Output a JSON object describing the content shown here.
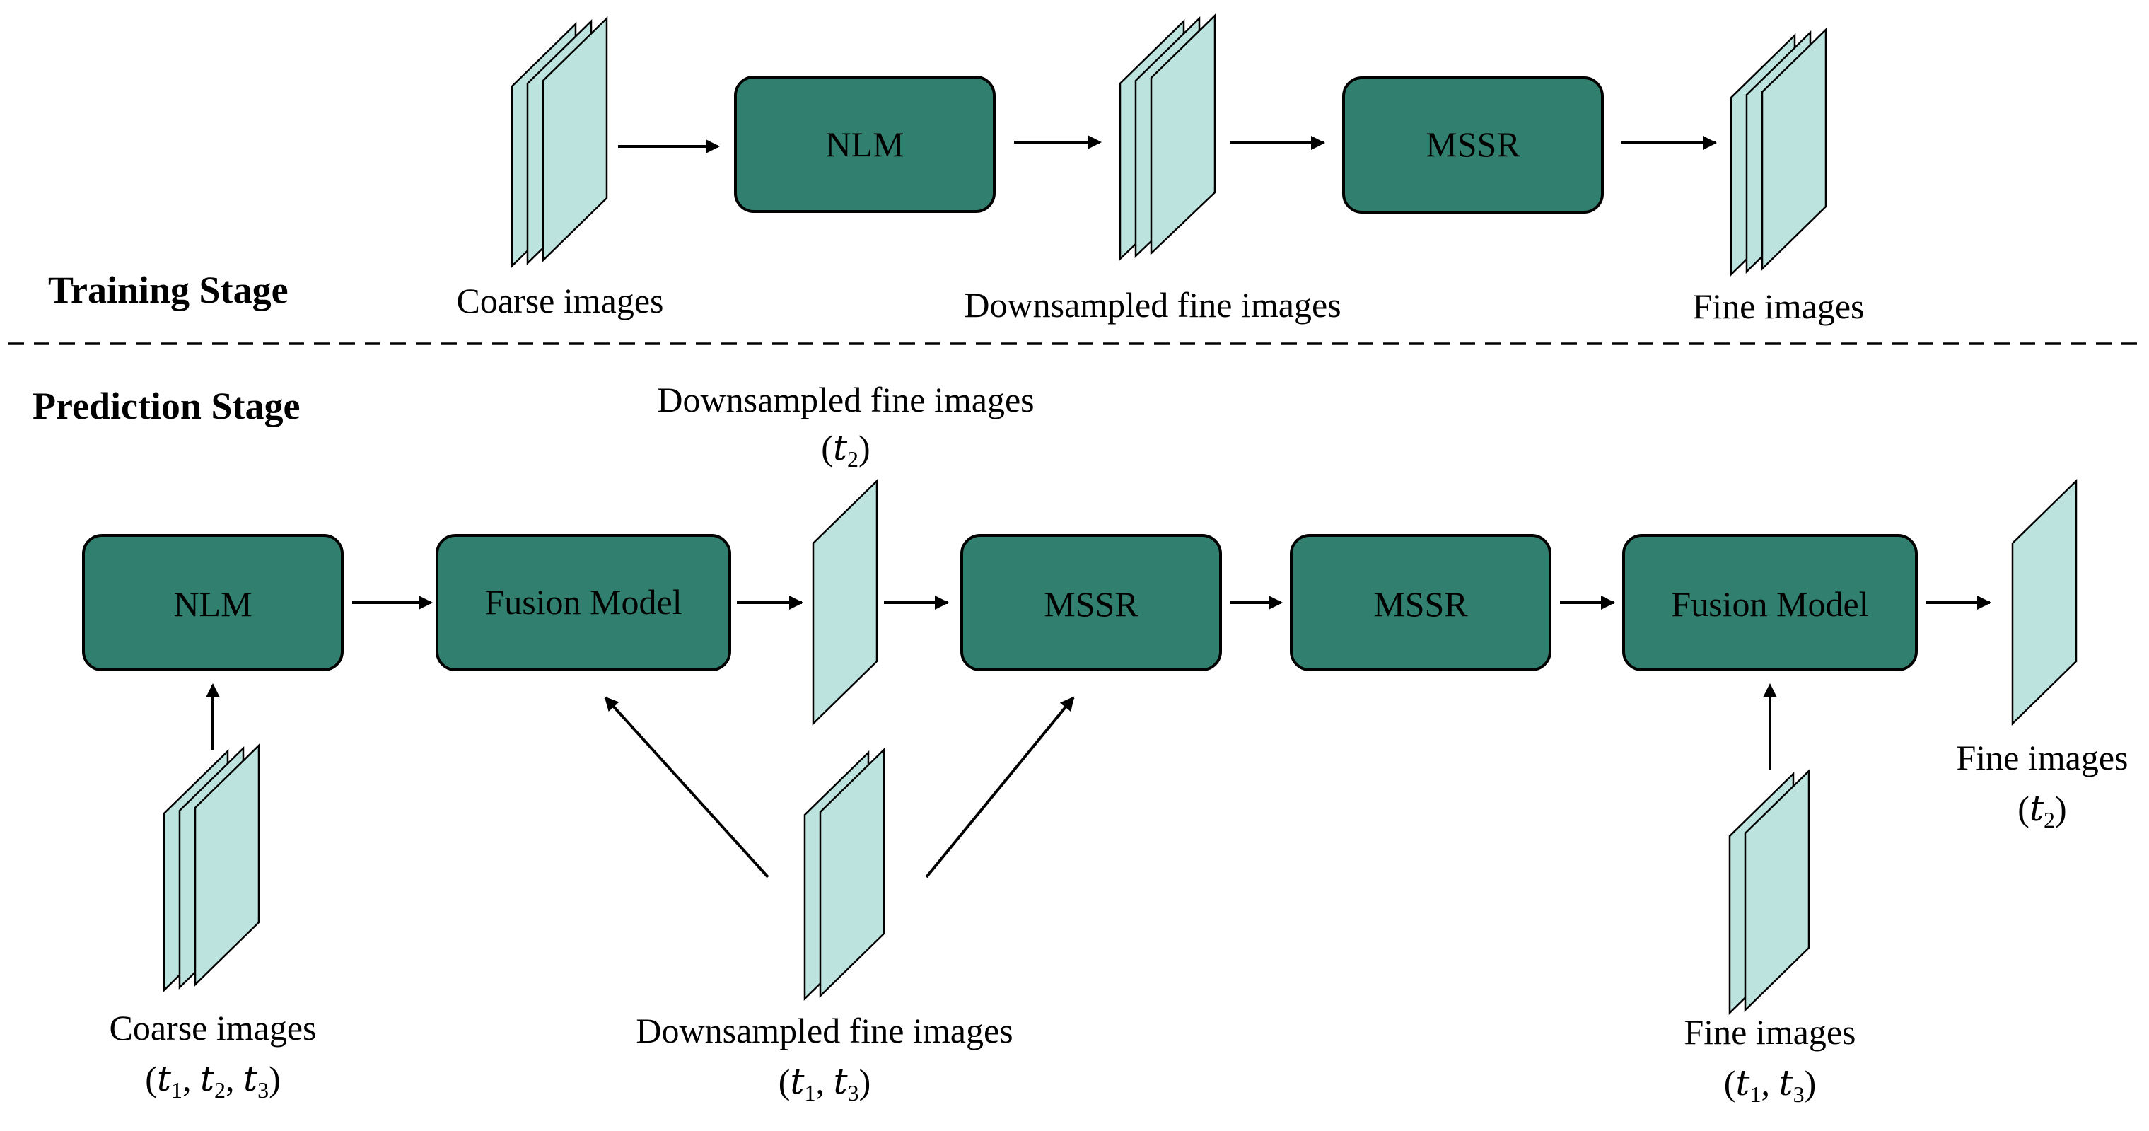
{
  "colors": {
    "module_fill": "#31806F",
    "image_fill": "#BCE3DE",
    "stroke": "#000000"
  },
  "training": {
    "stage_label": "Training Stage",
    "modules": {
      "nlm": "NLM",
      "mssr": "MSSR"
    },
    "captions": {
      "coarse": "Coarse images",
      "downsampled": "Downsampled fine images",
      "fine": "Fine images"
    }
  },
  "prediction": {
    "stage_label": "Prediction Stage",
    "modules": {
      "nlm": "NLM",
      "fusion_1": "Fusion Model",
      "mssr_1": "MSSR",
      "mssr_2": "MSSR",
      "fusion_2": "Fusion Model"
    },
    "captions": {
      "downsampled_t2": "Downsampled fine images",
      "coarse_inputs": "Coarse images",
      "downsampled_inputs": "Downsampled fine images",
      "fine_inputs": "Fine images",
      "fine_output": "Fine images"
    },
    "time_labels": {
      "downsampled_t2": {
        "open": "(",
        "t": "t",
        "sub": "2",
        "close": ")"
      },
      "coarse_inputs": {
        "open": "(",
        "t1": "t",
        "sub1": "1",
        "sep1": ", ",
        "t2": "t",
        "sub2": "2",
        "sep2": ", ",
        "t3": "t",
        "sub3": "3",
        "close": ")"
      },
      "downsampled_inputs": {
        "open": "(",
        "t1": "t",
        "sub1": "1",
        "sep1": ", ",
        "t3": "t",
        "sub3": "3",
        "close": ")"
      },
      "fine_inputs": {
        "open": "(",
        "t1": "t",
        "sub1": "1",
        "sep1": ", ",
        "t3": "t",
        "sub3": "3",
        "close": ")"
      },
      "fine_output": {
        "open": "(",
        "t": "t",
        "sub": "2",
        "close": ")"
      }
    }
  }
}
